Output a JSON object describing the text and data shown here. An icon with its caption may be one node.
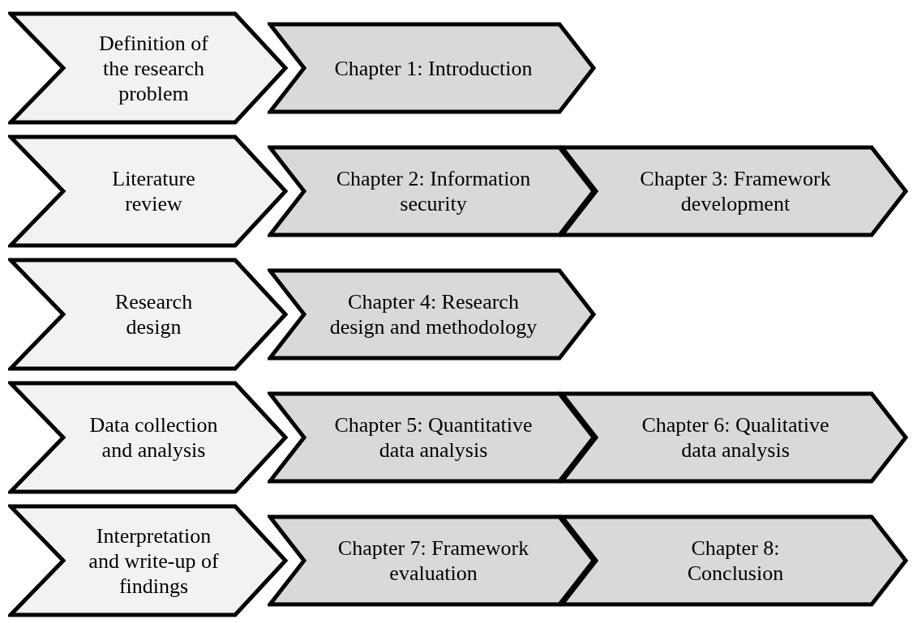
{
  "diagram": {
    "nodes": [
      {
        "text": [
          "Definition of the research problem"
        ]
      },
      {
        "text": [
          "Chapter 1: Introduction"
        ]
      },
      {
        "text": [
          "Literature review"
        ]
      },
      {
        "text": [
          "Chapter 2: Information security"
        ]
      },
      {
        "text": [
          "Chapter 3: Framework development"
        ]
      },
      {
        "text": [
          "Research design"
        ]
      },
      {
        "text": [
          "Chapter 4: Research design and methodology"
        ]
      },
      {
        "text": [
          "Data collection and analysis"
        ]
      },
      {
        "text": [
          "Chapter 5: Quantitative data analysis"
        ]
      },
      {
        "text": [
          "Chapter 6: Qualitative data analysis"
        ]
      },
      {
        "text": [
          "Interpretation and write-up of findings"
        ]
      },
      {
        "text": [
          "Chapter 7: Framework evaluation"
        ]
      },
      {
        "text": [
          "Chapter 8: Conclusion"
        ]
      }
    ]
  }
}
